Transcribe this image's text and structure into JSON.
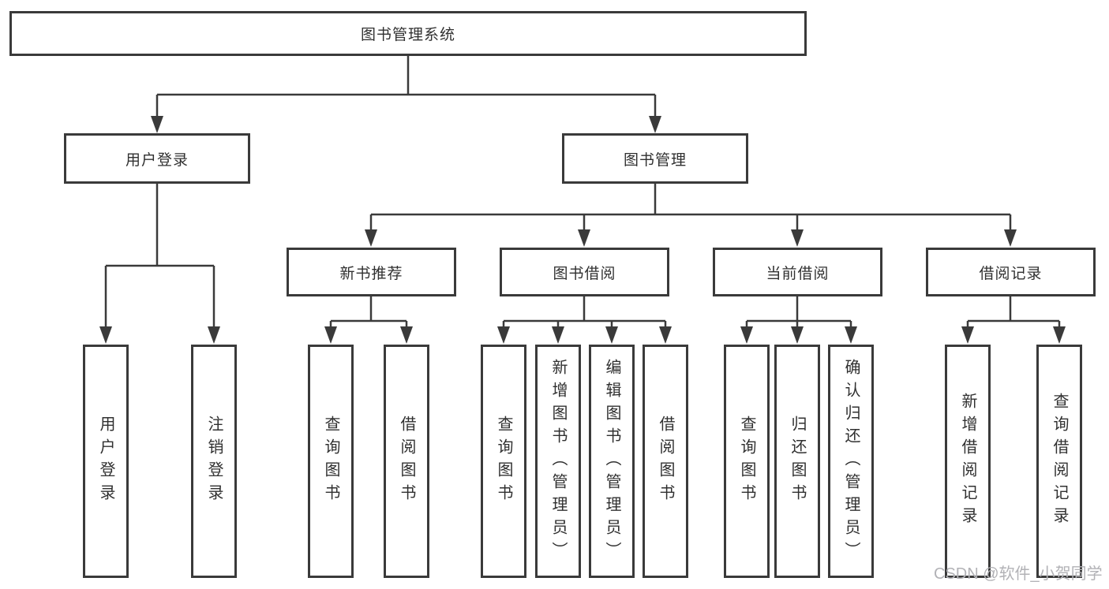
{
  "diagram": {
    "root": {
      "label": "图书管理系统"
    },
    "level2": [
      {
        "id": "user-login",
        "label": "用户登录"
      },
      {
        "id": "book-management",
        "label": "图书管理"
      }
    ],
    "level3": [
      {
        "id": "new-book-recommend",
        "label": "新书推荐",
        "parent": "图书管理"
      },
      {
        "id": "book-borrow",
        "label": "图书借阅",
        "parent": "图书管理"
      },
      {
        "id": "current-borrow",
        "label": "当前借阅",
        "parent": "图书管理"
      },
      {
        "id": "borrow-records",
        "label": "借阅记录",
        "parent": "图书管理"
      }
    ],
    "leaves": [
      {
        "label": "用户登录",
        "parent": "用户登录"
      },
      {
        "label": "注销登录",
        "parent": "用户登录"
      },
      {
        "label": "查询图书",
        "parent": "新书推荐"
      },
      {
        "label": "借阅图书",
        "parent": "新书推荐"
      },
      {
        "label": "查询图书",
        "parent": "图书借阅"
      },
      {
        "label": "新增图书（管理员）",
        "parent": "图书借阅"
      },
      {
        "label": "编辑图书（管理员）",
        "parent": "图书借阅"
      },
      {
        "label": "借阅图书",
        "parent": "图书借阅"
      },
      {
        "label": "查询图书",
        "parent": "当前借阅"
      },
      {
        "label": "归还图书",
        "parent": "当前借阅"
      },
      {
        "label": "确认归还（管理员）",
        "parent": "当前借阅"
      },
      {
        "label": "新增借阅记录",
        "parent": "借阅记录"
      },
      {
        "label": "查询借阅记录",
        "parent": "借阅记录"
      }
    ],
    "watermark": "CSDN @软件_小贺同学",
    "colors": {
      "line": "#3a3a3a",
      "text": "#303030",
      "watermark": "#b2b2b6",
      "background": "#ffffff"
    }
  }
}
